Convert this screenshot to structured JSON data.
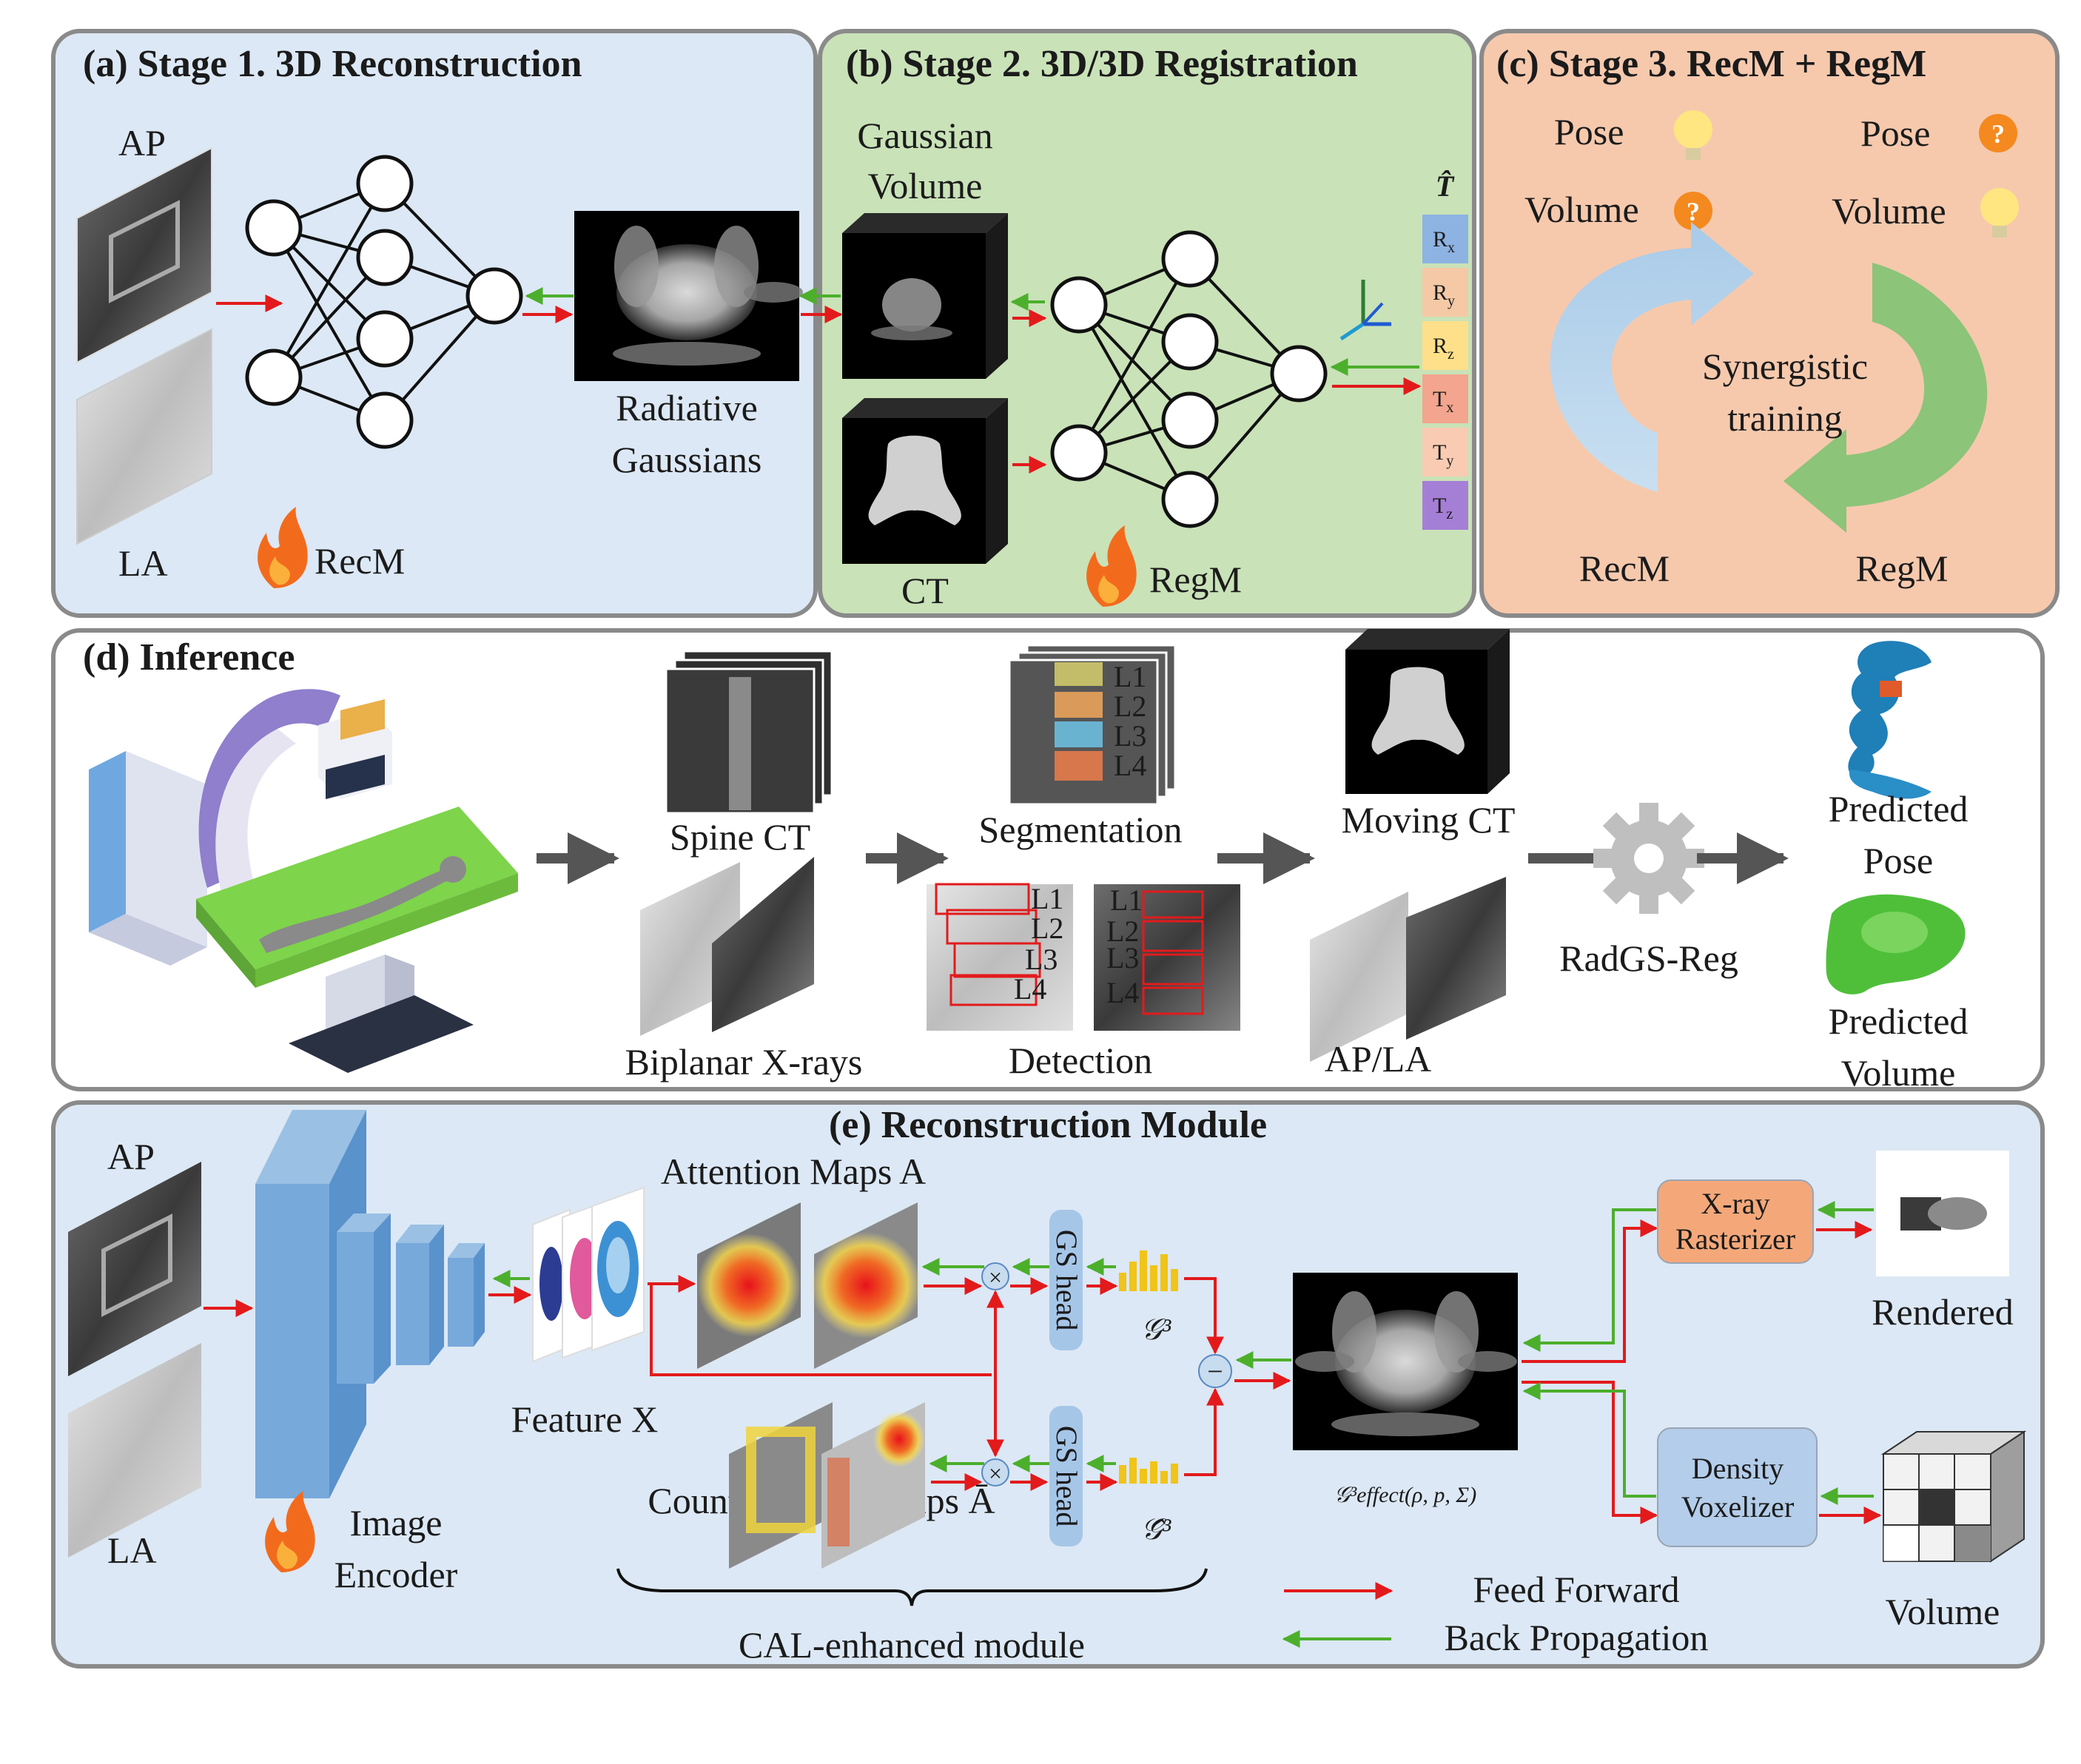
{
  "panel_a": {
    "title": "(a) Stage 1. 3D Reconstruction",
    "ap": "AP",
    "la": "LA",
    "model": "RecM",
    "gaussians": [
      "Radiative",
      "Gaussians"
    ]
  },
  "panel_b": {
    "title": "(b) Stage 2. 3D/3D Registration",
    "gaussian_volume": [
      "Gaussian",
      "Volume"
    ],
    "ct": "CT",
    "model": "RegM",
    "t_hat": "T̂",
    "params": [
      "R",
      "R",
      "R",
      "T",
      "T",
      "T"
    ],
    "param_subs": [
      "x",
      "y",
      "z",
      "x",
      "y",
      "z"
    ],
    "param_colors": [
      "#8db3e2",
      "#f5c9a6",
      "#ffe08a",
      "#f3a58f",
      "#f9cbb3",
      "#a57fd6"
    ]
  },
  "panel_c": {
    "title": "(c) Stage 3. RecM + RegM",
    "pose_left": "Pose",
    "volume_left": "Volume",
    "pose_right": "Pose",
    "volume_right": "Volume",
    "center": [
      "Synergistic",
      "training"
    ],
    "recm": "RecM",
    "regm": "RegM",
    "question": "?"
  },
  "panel_d": {
    "title": "(d) Inference",
    "spine_ct": "Spine CT",
    "biplanar": "Biplanar X-rays",
    "segmentation": "Segmentation",
    "detection": "Detection",
    "moving_ct": "Moving CT",
    "ap_la": "AP/LA",
    "radgs": "RadGS-Reg",
    "pred_pose": [
      "Predicted",
      "Pose"
    ],
    "pred_volume": [
      "Predicted",
      "Volume"
    ],
    "levels": [
      "L1",
      "L2",
      "L3",
      "L4"
    ]
  },
  "panel_e": {
    "title": "(e) Reconstruction Module",
    "ap": "AP",
    "la": "LA",
    "encoder": [
      "Image",
      "Encoder"
    ],
    "feature": "Feature X",
    "attention": "Attention Maps A",
    "counterfactual": "Counterfactual Maps Ā",
    "cal": "CAL-enhanced module",
    "gs_head": "GS head",
    "g3": "𝒢³",
    "g3_hat": "𝒢̂³",
    "g_effect": "𝒢³effect(ρ, p, Σ)",
    "xray": [
      "X-ray",
      "Rasterizer"
    ],
    "density": [
      "Density",
      "Voxelizer"
    ],
    "rendered": "Rendered",
    "volume": "Volume",
    "feed_forward": "Feed Forward",
    "back_prop": "Back Propagation",
    "times": "×",
    "minus": "−"
  },
  "colors": {
    "panel_a_bg": "#dce8f5",
    "panel_b_bg": "#c9e2b8",
    "panel_c_bg": "#f6c9ad",
    "panel_d_bg": "#ffffff",
    "panel_e_bg": "#dce8f5",
    "forward": "#e31a1c",
    "backward": "#4caf2c"
  }
}
